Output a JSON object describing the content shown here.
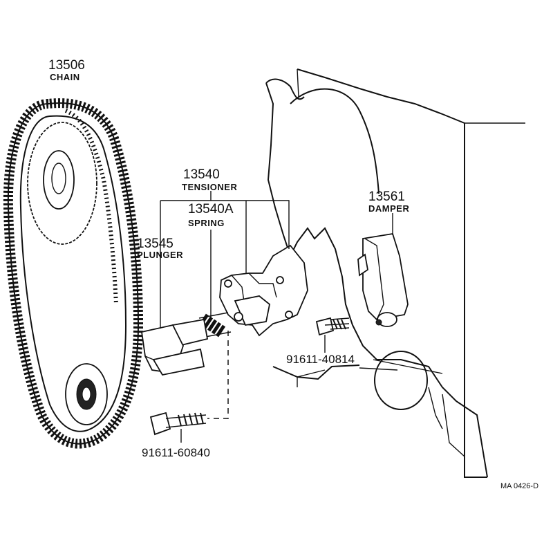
{
  "labels": {
    "chain": {
      "number": "13506",
      "name": "CHAIN"
    },
    "tensioner": {
      "number": "13540",
      "name": "TENSIONER"
    },
    "spring": {
      "number": "13540A",
      "name": "SPRING"
    },
    "plunger": {
      "number": "13545",
      "name": "PLUNGER"
    },
    "damper": {
      "number": "13561",
      "name": "DAMPER"
    },
    "bolt_upper": {
      "number": "91611-40814"
    },
    "bolt_lower": {
      "number": "91611-60840"
    }
  },
  "diagram_code": "MA 0426-D"
}
